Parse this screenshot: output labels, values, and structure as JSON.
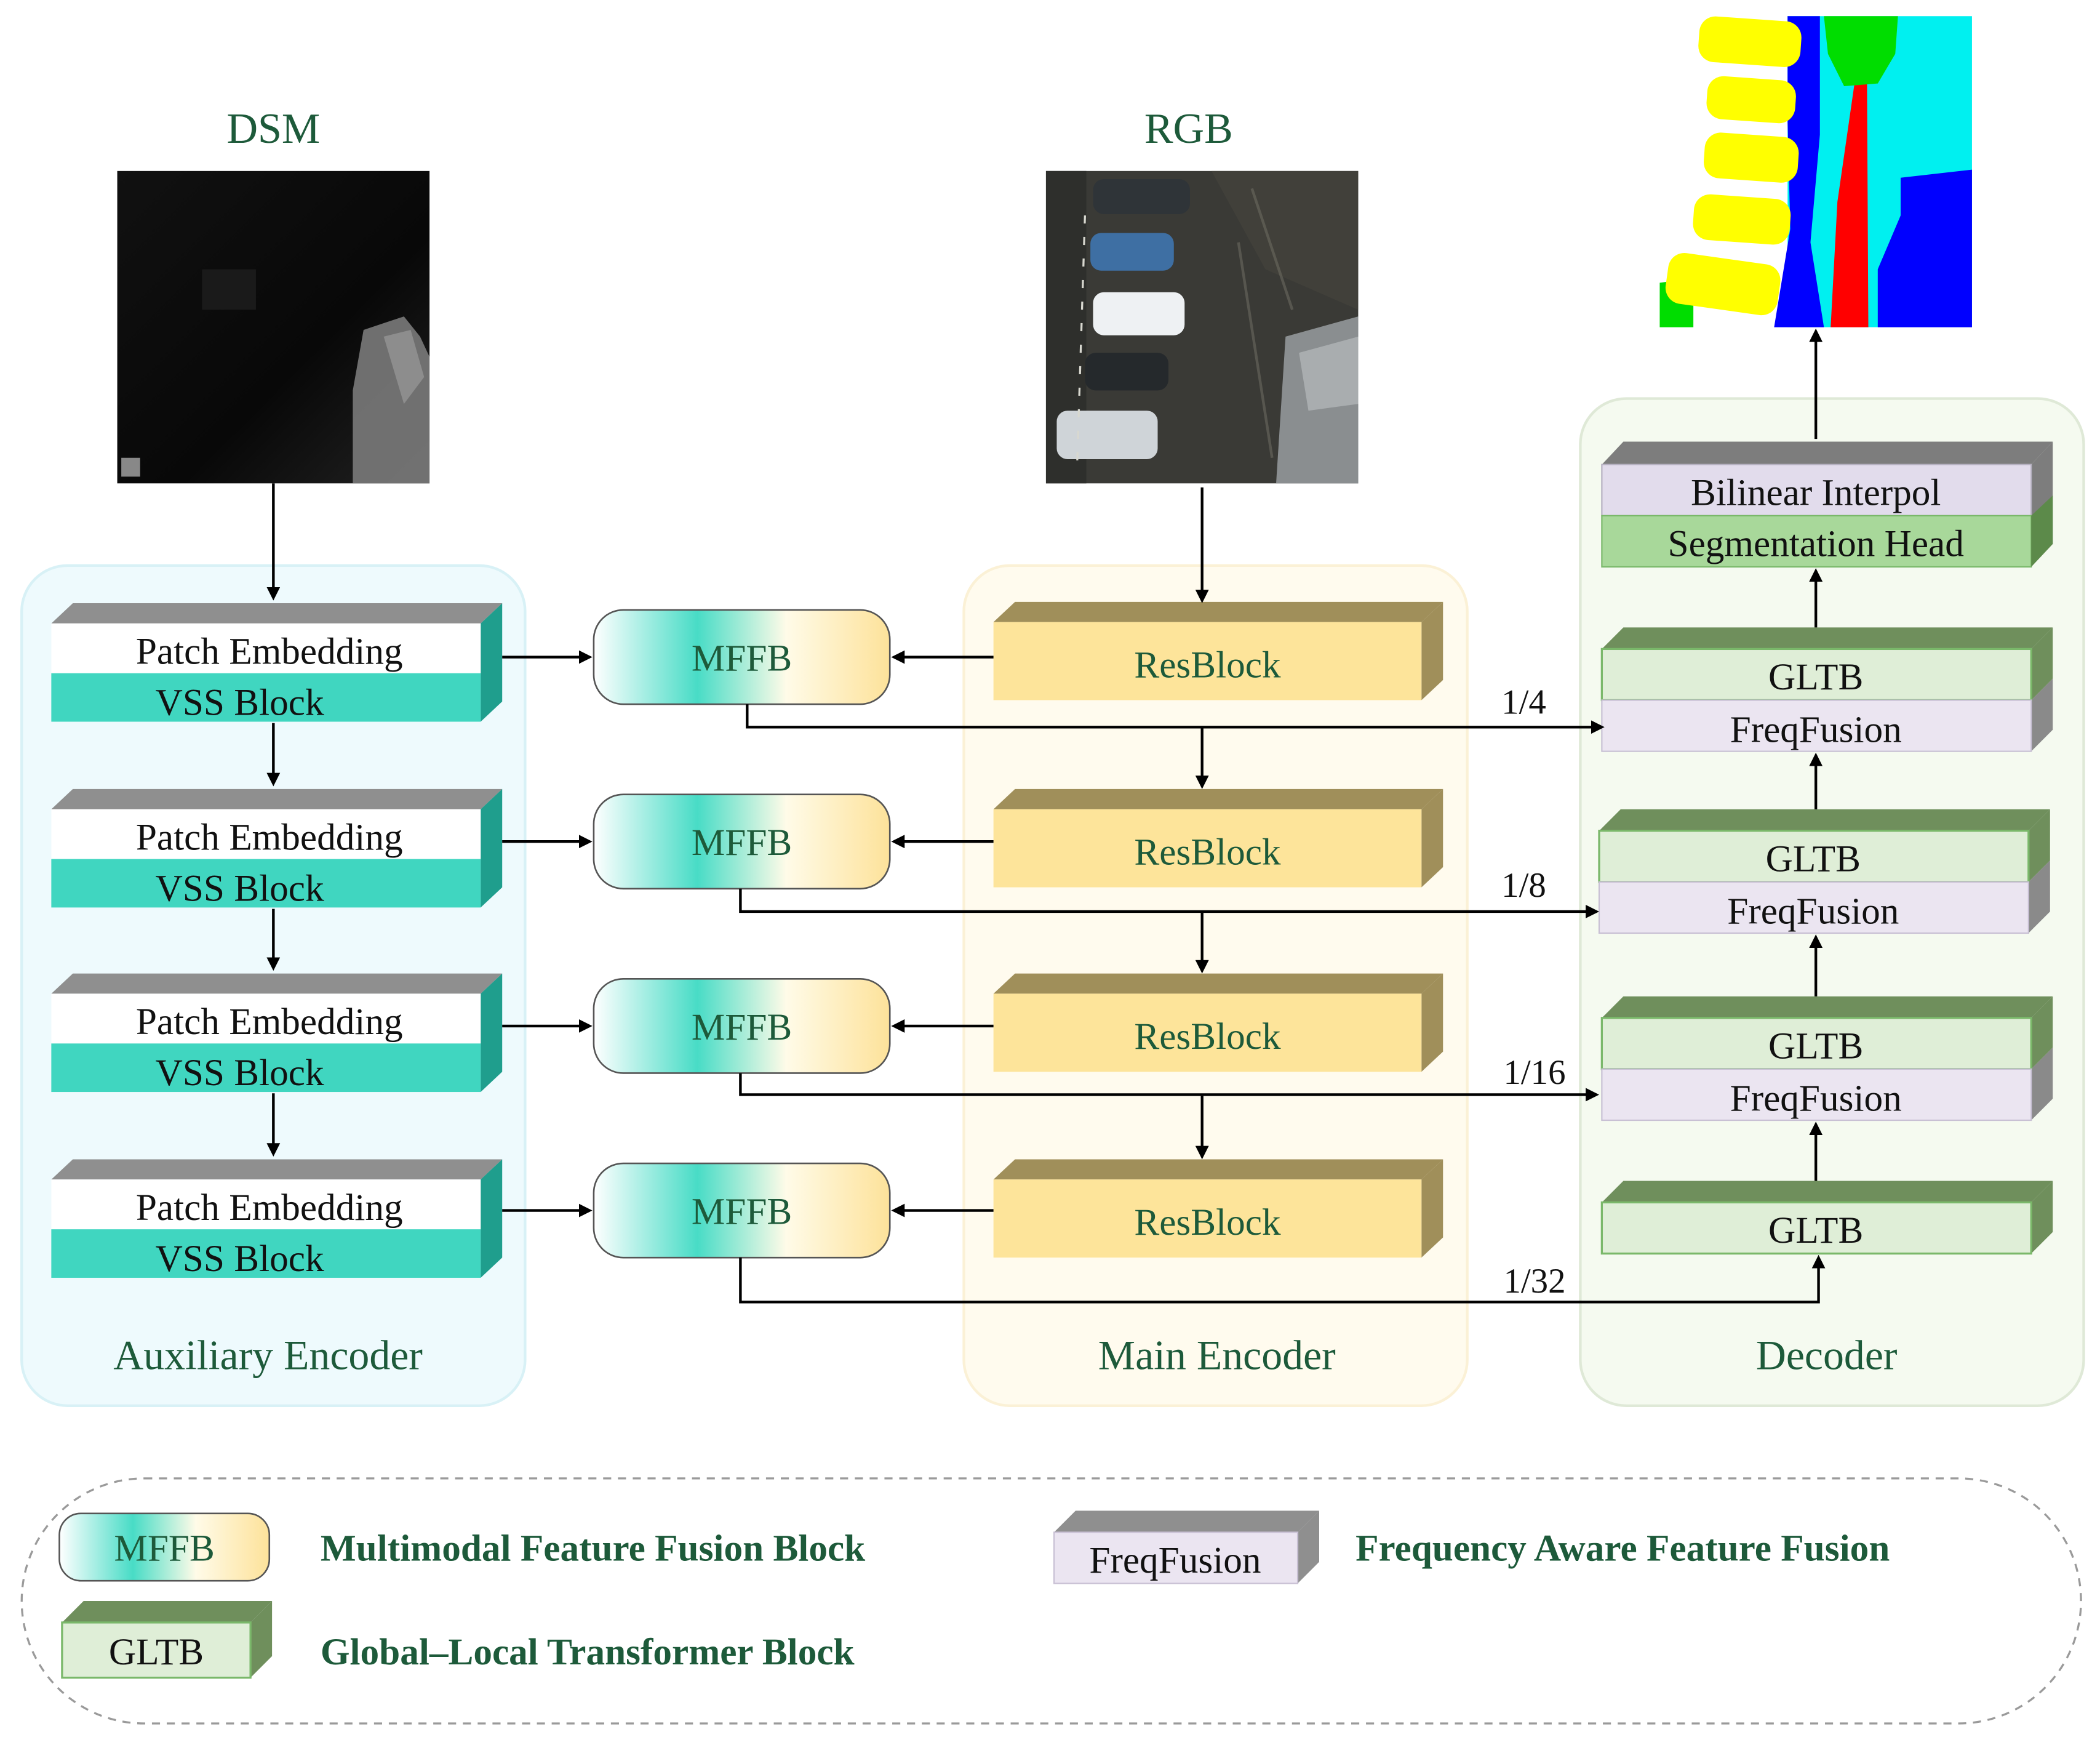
{
  "inputs": {
    "dsm_label": "DSM",
    "rgb_label": "RGB"
  },
  "auxiliary_encoder": {
    "label": "Auxiliary Encoder",
    "blocks": [
      {
        "top": "Patch Embedding",
        "bottom": "VSS Block"
      },
      {
        "top": "Patch Embedding",
        "bottom": "VSS Block"
      },
      {
        "top": "Patch Embedding",
        "bottom": "VSS Block"
      },
      {
        "top": "Patch Embedding",
        "bottom": "VSS Block"
      }
    ]
  },
  "fusion": {
    "blocks": [
      "MFFB",
      "MFFB",
      "MFFB",
      "MFFB"
    ],
    "scales": [
      "1/4",
      "1/8",
      "1/16",
      "1/32"
    ]
  },
  "main_encoder": {
    "label": "Main Encoder",
    "blocks": [
      "ResBlock",
      "ResBlock",
      "ResBlock",
      "ResBlock"
    ]
  },
  "decoder": {
    "label": "Decoder",
    "head_top": "Bilinear Interpol",
    "head_bottom": "Segmentation Head",
    "stages": [
      {
        "top": "GLTB",
        "bottom": "FreqFusion"
      },
      {
        "top": "GLTB",
        "bottom": "FreqFusion"
      },
      {
        "top": "GLTB",
        "bottom": "FreqFusion"
      },
      {
        "top": "GLTB",
        "bottom": ""
      }
    ]
  },
  "legend": {
    "mffb_box": "MFFB",
    "mffb_desc": "Multimodal Feature Fusion Block",
    "freq_box": "FreqFusion",
    "freq_desc": "Frequency Aware Feature Fusion",
    "gltb_box": "GLTB",
    "gltb_desc": "Global–Local Transformer Block"
  },
  "colors": {
    "label_green": "#1d5a3a",
    "vss_teal": "#40d6c0",
    "resblock_yellow": "#fde49a",
    "gltb_green": "#dfeed7",
    "freq_lavender": "#ebe5f1",
    "seg_head_green": "#a8d89a",
    "aux_panel": "#eefafd",
    "main_panel": "#fffbee",
    "decoder_panel": "#f5faf0"
  }
}
